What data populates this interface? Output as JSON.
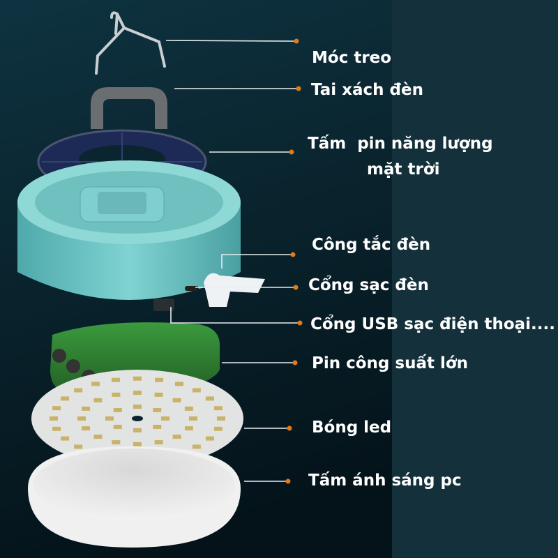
{
  "title": "Lamp exploded diagram",
  "colors": {
    "accent_dot": "#e07a1a",
    "lamp_body": "#6fc4c4",
    "battery": "#2f7a32",
    "background_right": "#13303b"
  },
  "labels": {
    "hook": "Móc treo",
    "handle": "Tai xách đèn",
    "solar_line1": "Tấm  pin năng lượng",
    "solar_line2": "mặt trời",
    "switch": "Công tắc đèn",
    "charge_port": "Cổng sạc đèn",
    "usb_port": "Cổng USB sạc điện thoại....",
    "battery": "Pin công suất lớn",
    "led": "Bóng led",
    "diffuser": "Tấm ánh sáng pc"
  }
}
